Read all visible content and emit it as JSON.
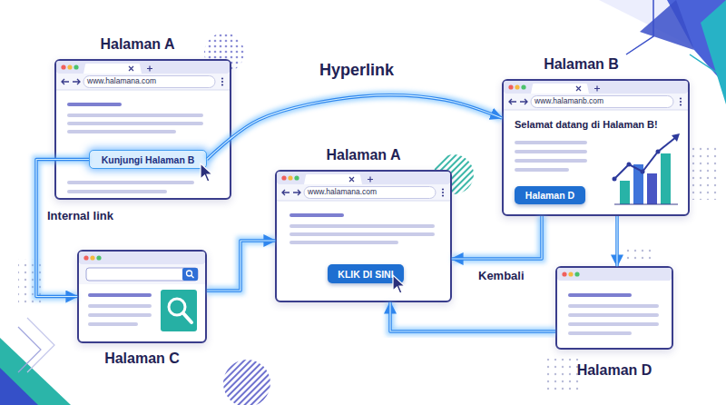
{
  "diagram": {
    "nodes": [
      {
        "text": [
          "Halaman A",
          "www.halamana.com"
        ]
      },
      {
        "text": [
          "Kunjungi Halaman B"
        ],
        "in": 0
      },
      {
        "text": [
          "Halaman B",
          "www.halamanb.com",
          "Selamat datang di Halaman B!"
        ]
      },
      {
        "text": [
          "Halaman D"
        ],
        "in": 2
      },
      {
        "text": [
          "Halaman A",
          "www.halamana.com"
        ]
      },
      {
        "text": [
          "KLIK DI SINI"
        ],
        "in": 4
      },
      {
        "text": [
          "Halaman C"
        ]
      },
      {
        "text": [
          "Halaman D"
        ]
      }
    ],
    "edges": [
      {
        "from": 1,
        "to": 2,
        "arrow": "to",
        "label": "Hyperlink"
      },
      {
        "from": 1,
        "to": 6,
        "arrow": "to",
        "label": "Internal link"
      },
      {
        "from": 6,
        "to": 4,
        "arrow": "to"
      },
      {
        "from": 2,
        "to": 4,
        "arrow": "to",
        "label": "Kembali"
      },
      {
        "from": 2,
        "to": 7,
        "arrow": "to"
      },
      {
        "from": 7,
        "to": 4,
        "arrow": "to"
      }
    ]
  }
}
